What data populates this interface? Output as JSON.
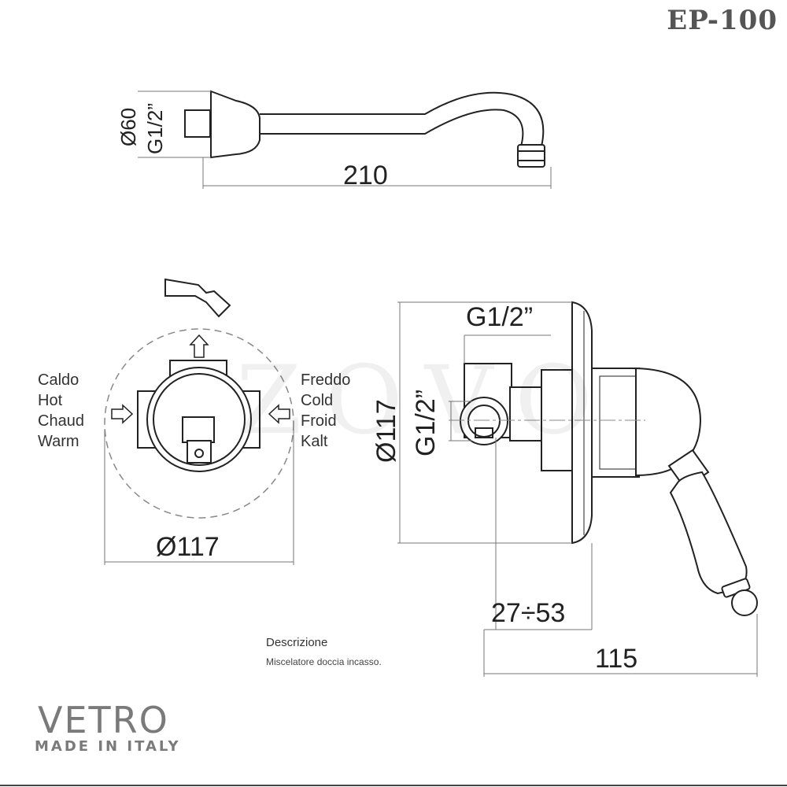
{
  "product_code": "EP-100",
  "watermark": "ZOVO",
  "top_view": {
    "dim_length": "210",
    "dim_diameter": "Ø60",
    "dim_thread": "G1/2”"
  },
  "front_view": {
    "dim_diameter": "Ø117",
    "hot_labels": [
      "Caldo",
      "Hot",
      "Chaud",
      "Warm"
    ],
    "cold_labels": [
      "Freddo",
      "Cold",
      "Froid",
      "Kalt"
    ]
  },
  "side_view": {
    "dim_thread_top": "G1/2”",
    "dim_diameter": "Ø117",
    "dim_thread_side": "G1/2”",
    "dim_depth": "27÷53",
    "dim_total": "115"
  },
  "description": {
    "title": "Descrizione",
    "text": "Miscelatore doccia incasso."
  },
  "brand": {
    "name": "VETRO",
    "tagline": "MADE IN ITALY"
  },
  "colors": {
    "line": "#222222",
    "brand": "#7a7a7a",
    "dashed": "#888888"
  }
}
